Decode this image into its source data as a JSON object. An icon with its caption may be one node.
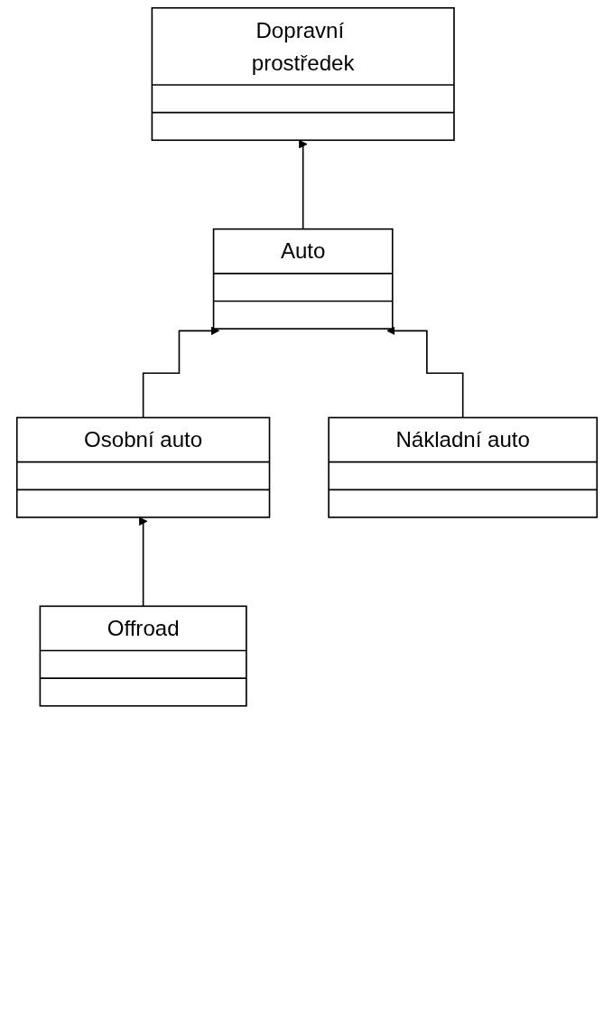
{
  "diagram": {
    "nodes": [
      {
        "text": [
          "Dopravní prostředek"
        ]
      },
      {
        "text": [
          "Auto"
        ]
      },
      {
        "text": [
          "Osobní auto"
        ]
      },
      {
        "text": [
          "Nákladní auto"
        ]
      },
      {
        "text": [
          "Offroad"
        ]
      }
    ],
    "edges": [
      {
        "from": 1,
        "to": 0,
        "arrow": "to"
      },
      {
        "from": 2,
        "to": 1,
        "arrow": "to"
      },
      {
        "from": 3,
        "to": 1,
        "arrow": "to"
      },
      {
        "from": 4,
        "to": 2,
        "arrow": "to"
      }
    ]
  }
}
